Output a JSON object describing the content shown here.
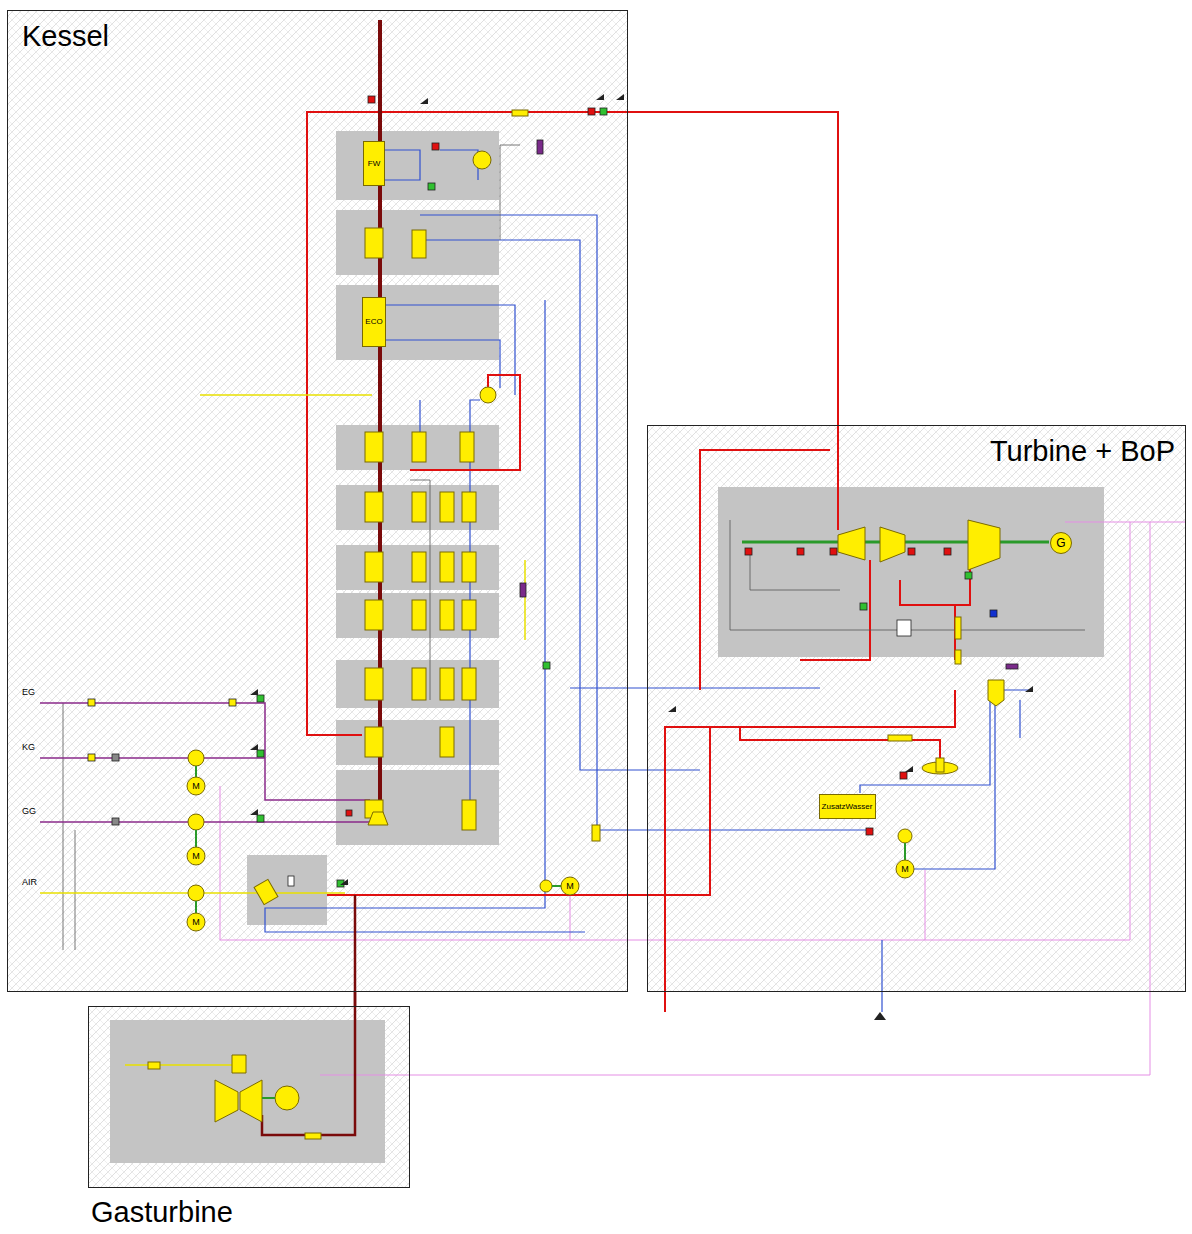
{
  "diagram": {
    "nodes": [
      {
        "text": [
          "Kessel"
        ]
      },
      {
        "text": [
          "Turbine + BoP"
        ]
      },
      {
        "text": [
          "Gasturbine"
        ]
      },
      {
        "text": [
          "FW"
        ],
        "in": 0
      },
      {
        "text": [
          "ECO"
        ],
        "in": 0
      },
      {
        "text": [
          "ZusatzWasser"
        ],
        "in": 1
      },
      {
        "text": [
          "G"
        ],
        "in": 1
      }
    ],
    "edges": [
      {
        "from": 0,
        "to": 1,
        "arrow": "none"
      },
      {
        "from": 2,
        "to": 0,
        "arrow": "none"
      }
    ],
    "labels": [
      "EG",
      "KG",
      "GG",
      "AIR",
      "M",
      "M",
      "M",
      "M",
      "M"
    ]
  }
}
